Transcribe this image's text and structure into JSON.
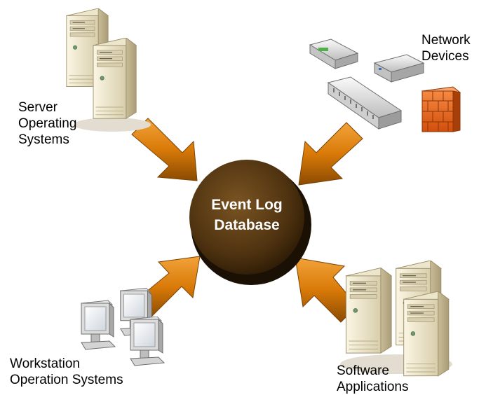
{
  "center": {
    "line1": "Event Log",
    "line2": "Database"
  },
  "sources": {
    "server": {
      "line1": "Server",
      "line2": "Operating",
      "line3": "Systems"
    },
    "network": {
      "line1": "Network",
      "line2": "Devices"
    },
    "workstation": {
      "line1": "Workstation",
      "line2": "Operation Systems"
    },
    "software": {
      "line1": "Software",
      "line2": "Applications"
    }
  },
  "colors": {
    "database_fill": "#5a3a10",
    "database_shadow": "#1a1004",
    "arrow_fill": "#d97a08",
    "server_body": "#e8e0c4",
    "firewall": "#e8621a"
  }
}
